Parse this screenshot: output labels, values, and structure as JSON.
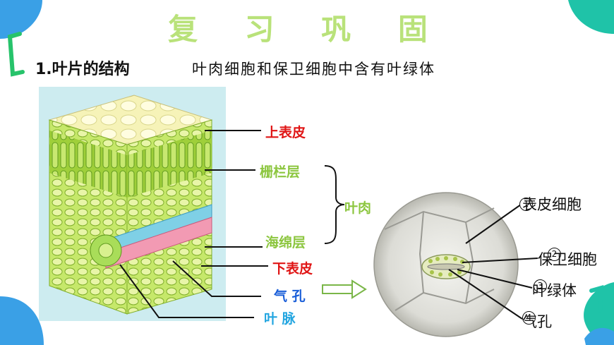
{
  "title": "复 习 巩 固",
  "section_heading": "1.叶片的结构",
  "subtitle": "叶肉细胞和保卫细胞中含有叶绿体",
  "leaf_labels": {
    "upper_epidermis": "上表皮",
    "palisade": "栅栏层",
    "mesophyll": "叶肉",
    "spongy": "海绵层",
    "lower_epidermis": "下表皮",
    "stoma": "气 孔",
    "vein": "叶 脉"
  },
  "micro_labels": [
    {
      "num": "1",
      "text": "表皮细胞"
    },
    {
      "num": "2",
      "text": "保卫细胞"
    },
    {
      "num": "3",
      "text": "叶绿体"
    },
    {
      "num": "4",
      "text": "气孔"
    }
  ],
  "colors": {
    "title": "#b9e27a",
    "red_label": "#e01515",
    "green_label": "#8cc63f",
    "blue_label": "#1a5ed8",
    "vein_label": "#22a5e0",
    "decor_teal": "#1fc3a8",
    "decor_blue": "#3aa0e6"
  },
  "icons": [
    "bracket-decor-icon",
    "arrow-right-icon",
    "leaf-cross-section-illustration",
    "stoma-micrograph-illustration"
  ]
}
